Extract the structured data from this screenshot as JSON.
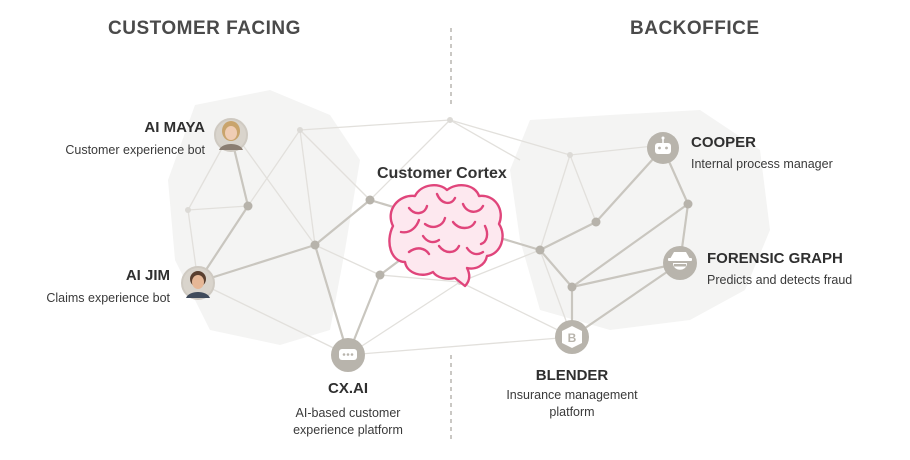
{
  "sections": {
    "left": "CUSTOMER FACING",
    "right": "BACKOFFICE"
  },
  "center": {
    "label": "Customer Cortex",
    "icon": "brain-icon",
    "color": "#e0457b"
  },
  "left_nodes": [
    {
      "name": "AI MAYA",
      "desc": "Customer experience bot",
      "icon": "avatar-maya"
    },
    {
      "name": "AI JIM",
      "desc": "Claims experience bot",
      "icon": "avatar-jim"
    }
  ],
  "bottom_nodes": [
    {
      "name": "CX.AI",
      "desc_lines": [
        "AI-based customer",
        "experience platform"
      ],
      "icon": "chat-bubble-icon"
    },
    {
      "name": "BLENDER",
      "desc_lines": [
        "Insurance management",
        "platform"
      ],
      "icon": "blender-b-icon"
    }
  ],
  "right_nodes": [
    {
      "name": "COOPER",
      "desc": "Internal process manager",
      "icon": "robot-icon"
    },
    {
      "name": "FORENSIC GRAPH",
      "desc": "Predicts and detects fraud",
      "icon": "detective-icon"
    }
  ],
  "colors": {
    "line": "#c9c6bf",
    "node": "#b7b3ab",
    "icon_bg": "#b8b4ac",
    "bg_shape": "#f3f3f2"
  }
}
